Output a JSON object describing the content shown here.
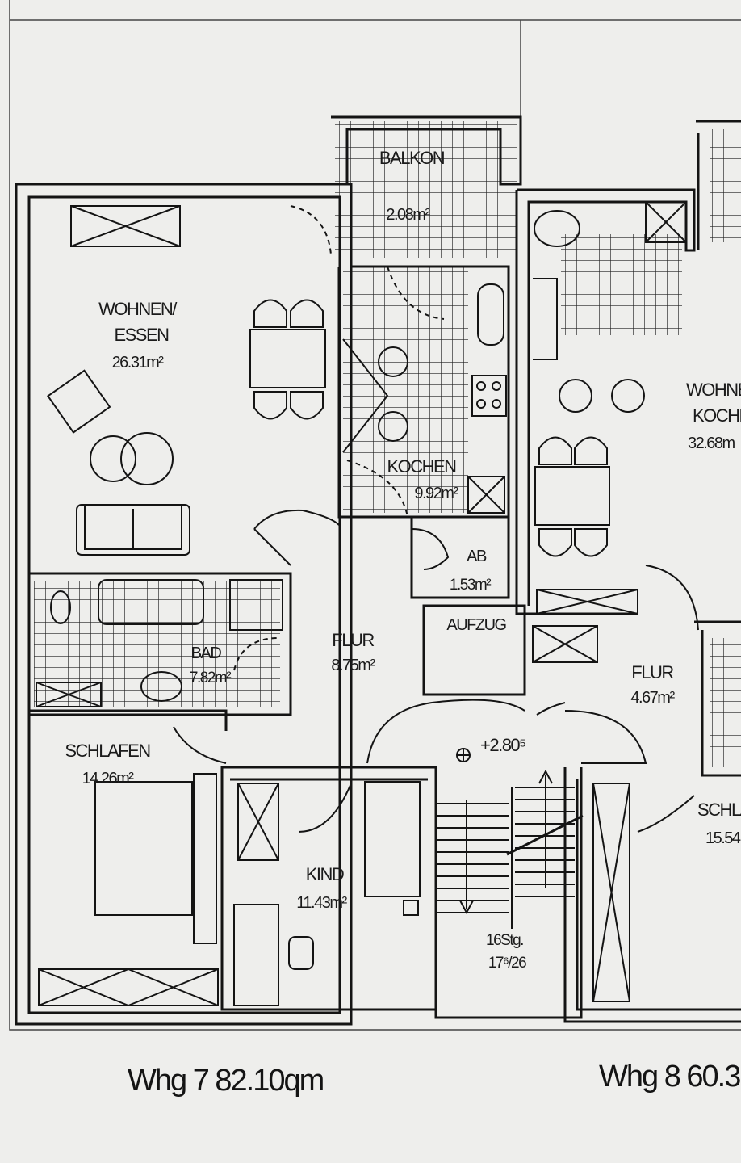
{
  "rooms": {
    "balkon": {
      "name": "BALKON",
      "area": "2.08m²"
    },
    "wohnen": {
      "name1": "WOHNEN/",
      "name2": "ESSEN",
      "area": "26.31m²"
    },
    "kochen": {
      "name": "KOCHEN",
      "area": "9.92m²"
    },
    "ab": {
      "name": "AB",
      "area": "1.53m²"
    },
    "aufzug": {
      "name": "AUFZUG"
    },
    "bad": {
      "name": "BAD",
      "area": "7.82m²"
    },
    "flur7": {
      "name": "FLUR",
      "area": "8.75m²"
    },
    "schlafen7": {
      "name": "SCHLAFEN",
      "area": "14.26m²"
    },
    "kind": {
      "name": "KIND",
      "area": "11.43m²"
    },
    "wohnen8": {
      "name1": "WOHNE",
      "name2": "KOCHE",
      "area": "32.68m"
    },
    "flur8": {
      "name": "FLUR",
      "area": "4.67m²"
    },
    "schlafen8": {
      "name": "SCHLA",
      "area": "15.54"
    }
  },
  "level_marker": "+2.80⁵",
  "stairs": {
    "line1": "16Stg.",
    "line2": "17⁶/26"
  },
  "units": {
    "whg7": "Whg 7  82.10qm",
    "whg8": "Whg 8  60.3"
  }
}
